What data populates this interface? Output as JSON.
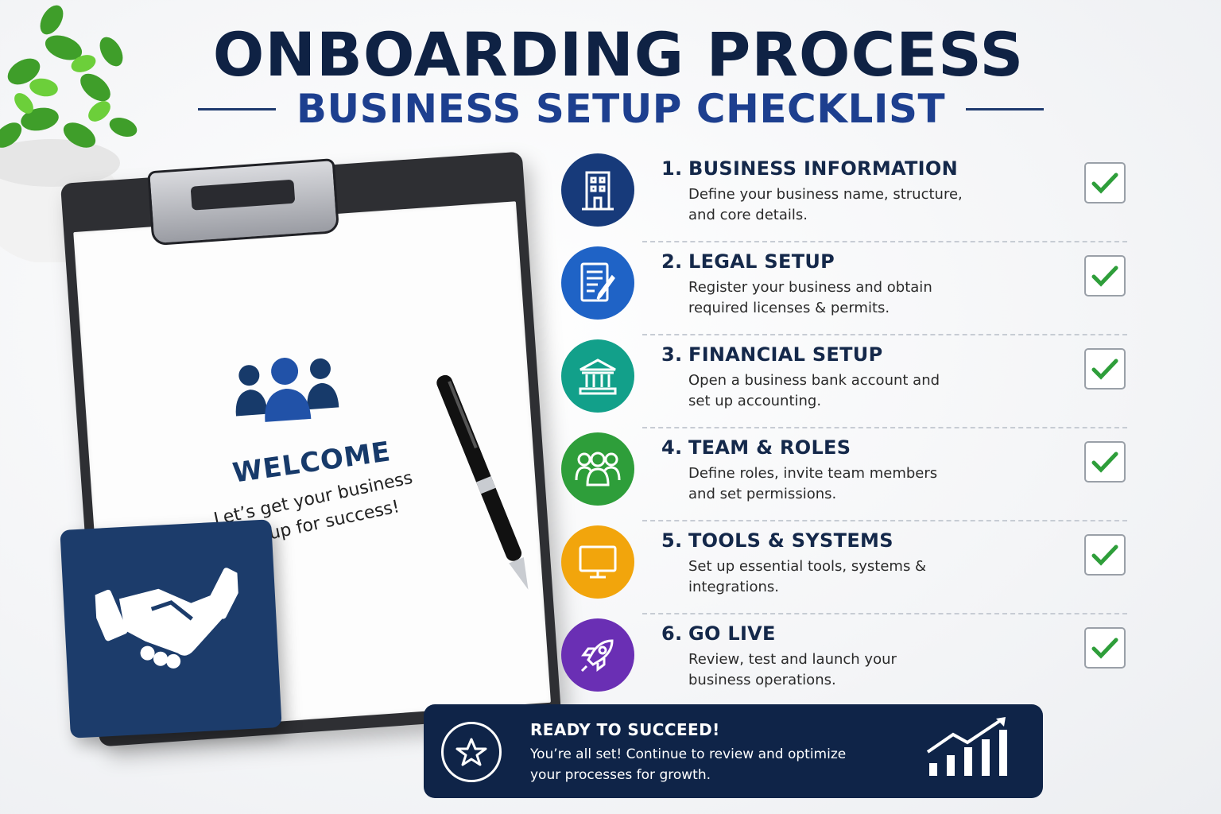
{
  "header": {
    "title": "ONBOARDING PROCESS",
    "subtitle": "BUSINESS SETUP CHECKLIST"
  },
  "clipboard": {
    "welcome": "WELCOME",
    "tagline_line1": "Let’s get your business",
    "tagline_line2": "set up for success!"
  },
  "steps": [
    {
      "num": "1.",
      "title": "BUSINESS INFORMATION",
      "desc_line1": "Define your business name, structure,",
      "desc_line2": "and core details.",
      "color": "#173a7a",
      "icon": "building-icon"
    },
    {
      "num": "2.",
      "title": "LEGAL SETUP",
      "desc_line1": "Register your business and obtain",
      "desc_line2": "required licenses & permits.",
      "color": "#1f63c6",
      "icon": "document-pen-icon"
    },
    {
      "num": "3.",
      "title": "FINANCIAL SETUP",
      "desc_line1": "Open a business bank account and",
      "desc_line2": "set up accounting.",
      "color": "#12a08a",
      "icon": "bank-icon"
    },
    {
      "num": "4.",
      "title": "TEAM & ROLES",
      "desc_line1": "Define roles, invite team members",
      "desc_line2": "and set permissions.",
      "color": "#2e9e3a",
      "icon": "team-icon"
    },
    {
      "num": "5.",
      "title": "TOOLS & SYSTEMS",
      "desc_line1": "Set up essential tools, systems &",
      "desc_line2": "integrations.",
      "color": "#f2a50c",
      "icon": "monitor-icon"
    },
    {
      "num": "6.",
      "title": "GO LIVE",
      "desc_line1": "Review, test and launch your",
      "desc_line2": "business operations.",
      "color": "#6a2fb4",
      "icon": "rocket-icon"
    }
  ],
  "check_color": "#2e9e3a",
  "banner": {
    "title": "READY TO SUCCEED!",
    "text_line1": "You’re all set! Continue to review and optimize",
    "text_line2": "your processes for growth."
  }
}
